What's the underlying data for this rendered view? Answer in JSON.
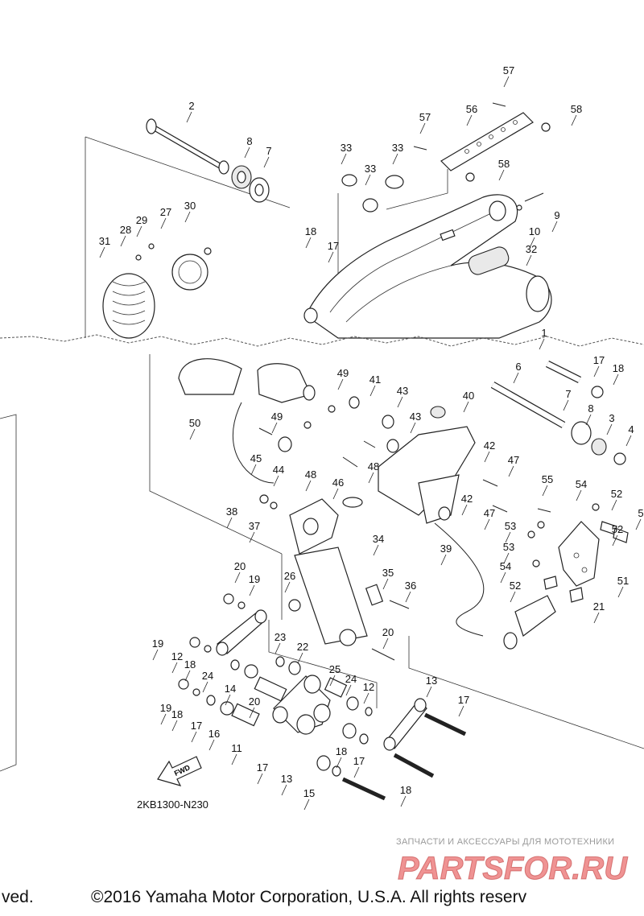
{
  "diagram": {
    "code": "2KB1300-N230",
    "fwd_label": "FWD",
    "part_numbers": [
      "57",
      "2",
      "56",
      "58",
      "8",
      "7",
      "33",
      "33",
      "57",
      "33",
      "58",
      "9",
      "30",
      "27",
      "29",
      "28",
      "18",
      "17",
      "10",
      "31",
      "32",
      "1",
      "17",
      "18",
      "49",
      "41",
      "40",
      "6",
      "43",
      "50",
      "49",
      "43",
      "7",
      "8",
      "3",
      "4",
      "45",
      "44",
      "48",
      "48",
      "42",
      "47",
      "46",
      "55",
      "54",
      "52",
      "5",
      "38",
      "37",
      "42",
      "47",
      "53",
      "52",
      "53",
      "39",
      "34",
      "20",
      "19",
      "35",
      "36",
      "54",
      "51",
      "26",
      "52",
      "21",
      "20",
      "19",
      "12",
      "18",
      "24",
      "23",
      "22",
      "25",
      "24",
      "12",
      "13",
      "17",
      "14",
      "20",
      "19",
      "18",
      "17",
      "16",
      "11",
      "17",
      "18",
      "17",
      "13",
      "18",
      "15"
    ]
  },
  "watermark": {
    "text": "ЗАПЧАСТИ И АКСЕССУАРЫ ДЛЯ МОТОТЕХНИКИ",
    "logo": "PARTSFOR.RU",
    "brand_color": "#e23b3b"
  },
  "copyright": {
    "left_fragment": "ved.",
    "text": "©2016 Yamaha Motor Corporation, U.S.A. All rights reserv"
  }
}
